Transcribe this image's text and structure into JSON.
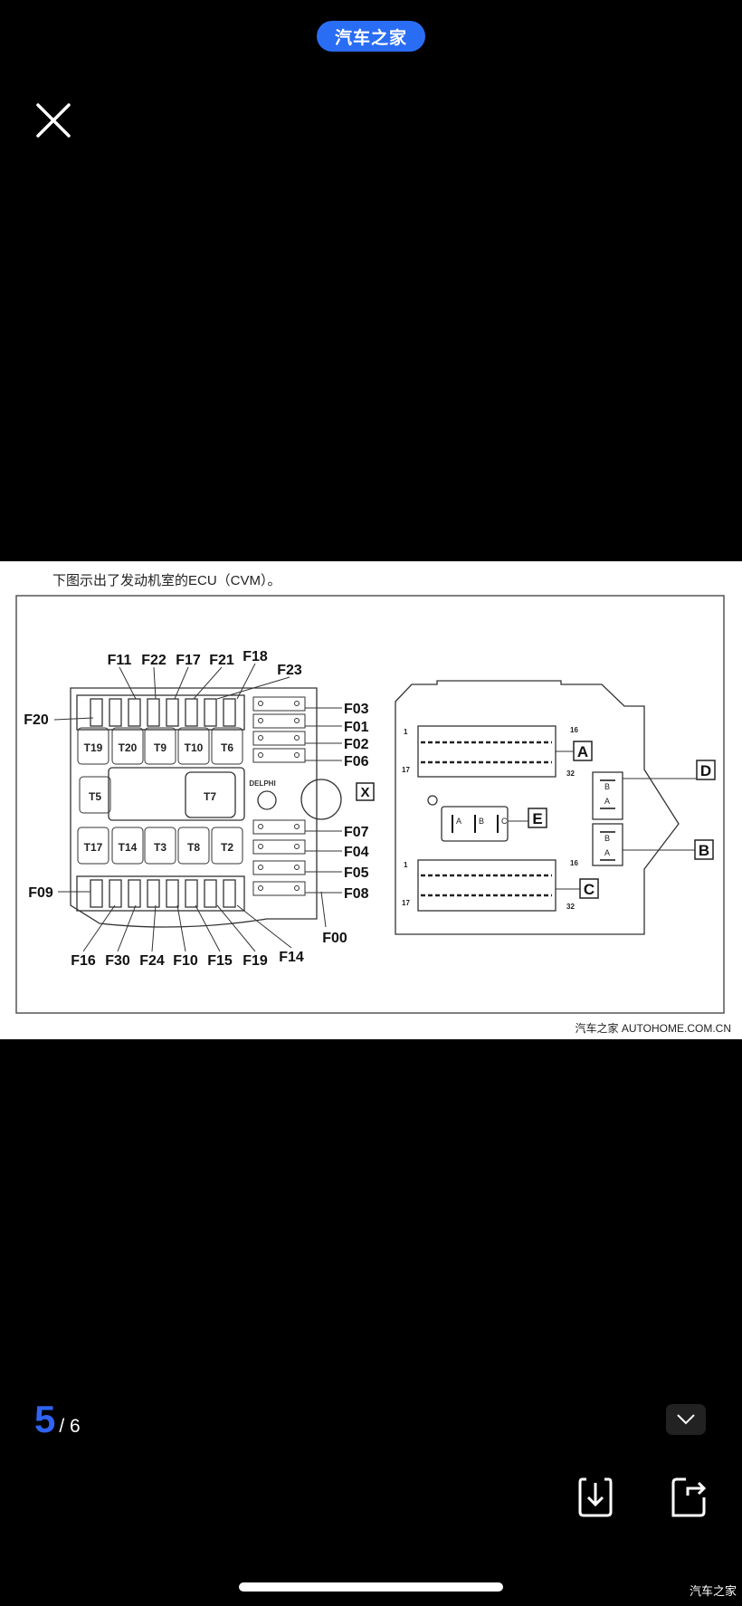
{
  "header": {
    "brand_pill": "汽车之家"
  },
  "image": {
    "caption": "下图示出了发动机室的ECU（CVM）。",
    "watermark": "汽车之家 AUTOHOME.COM.CN",
    "fuse_box": {
      "top_labels": [
        "F11",
        "F22",
        "F17",
        "F21",
        "F18",
        "F23"
      ],
      "left_labels": [
        "F20",
        "F09"
      ],
      "right_labels": [
        "F03",
        "F01",
        "F02",
        "F06",
        "F07",
        "F04",
        "F05",
        "F08",
        "F00"
      ],
      "bottom_labels": [
        "F16",
        "F30",
        "F24",
        "F10",
        "F15",
        "F19",
        "F14"
      ],
      "relays": [
        "T19",
        "T20",
        "T9",
        "T10",
        "T6",
        "T5",
        "T7",
        "T17",
        "T14",
        "T3",
        "T8",
        "T2"
      ],
      "brand": "DELPHI",
      "x_label": "X"
    },
    "ecu": {
      "connectors": [
        "A",
        "B",
        "C",
        "D",
        "E"
      ],
      "pins": [
        "1",
        "16",
        "17",
        "32"
      ],
      "e_pins": [
        "A",
        "B",
        "C"
      ],
      "db_pins": [
        "B",
        "A"
      ]
    }
  },
  "pager": {
    "current": "5",
    "total": "/ 6"
  },
  "footer": {
    "watermark": "汽车之家"
  }
}
